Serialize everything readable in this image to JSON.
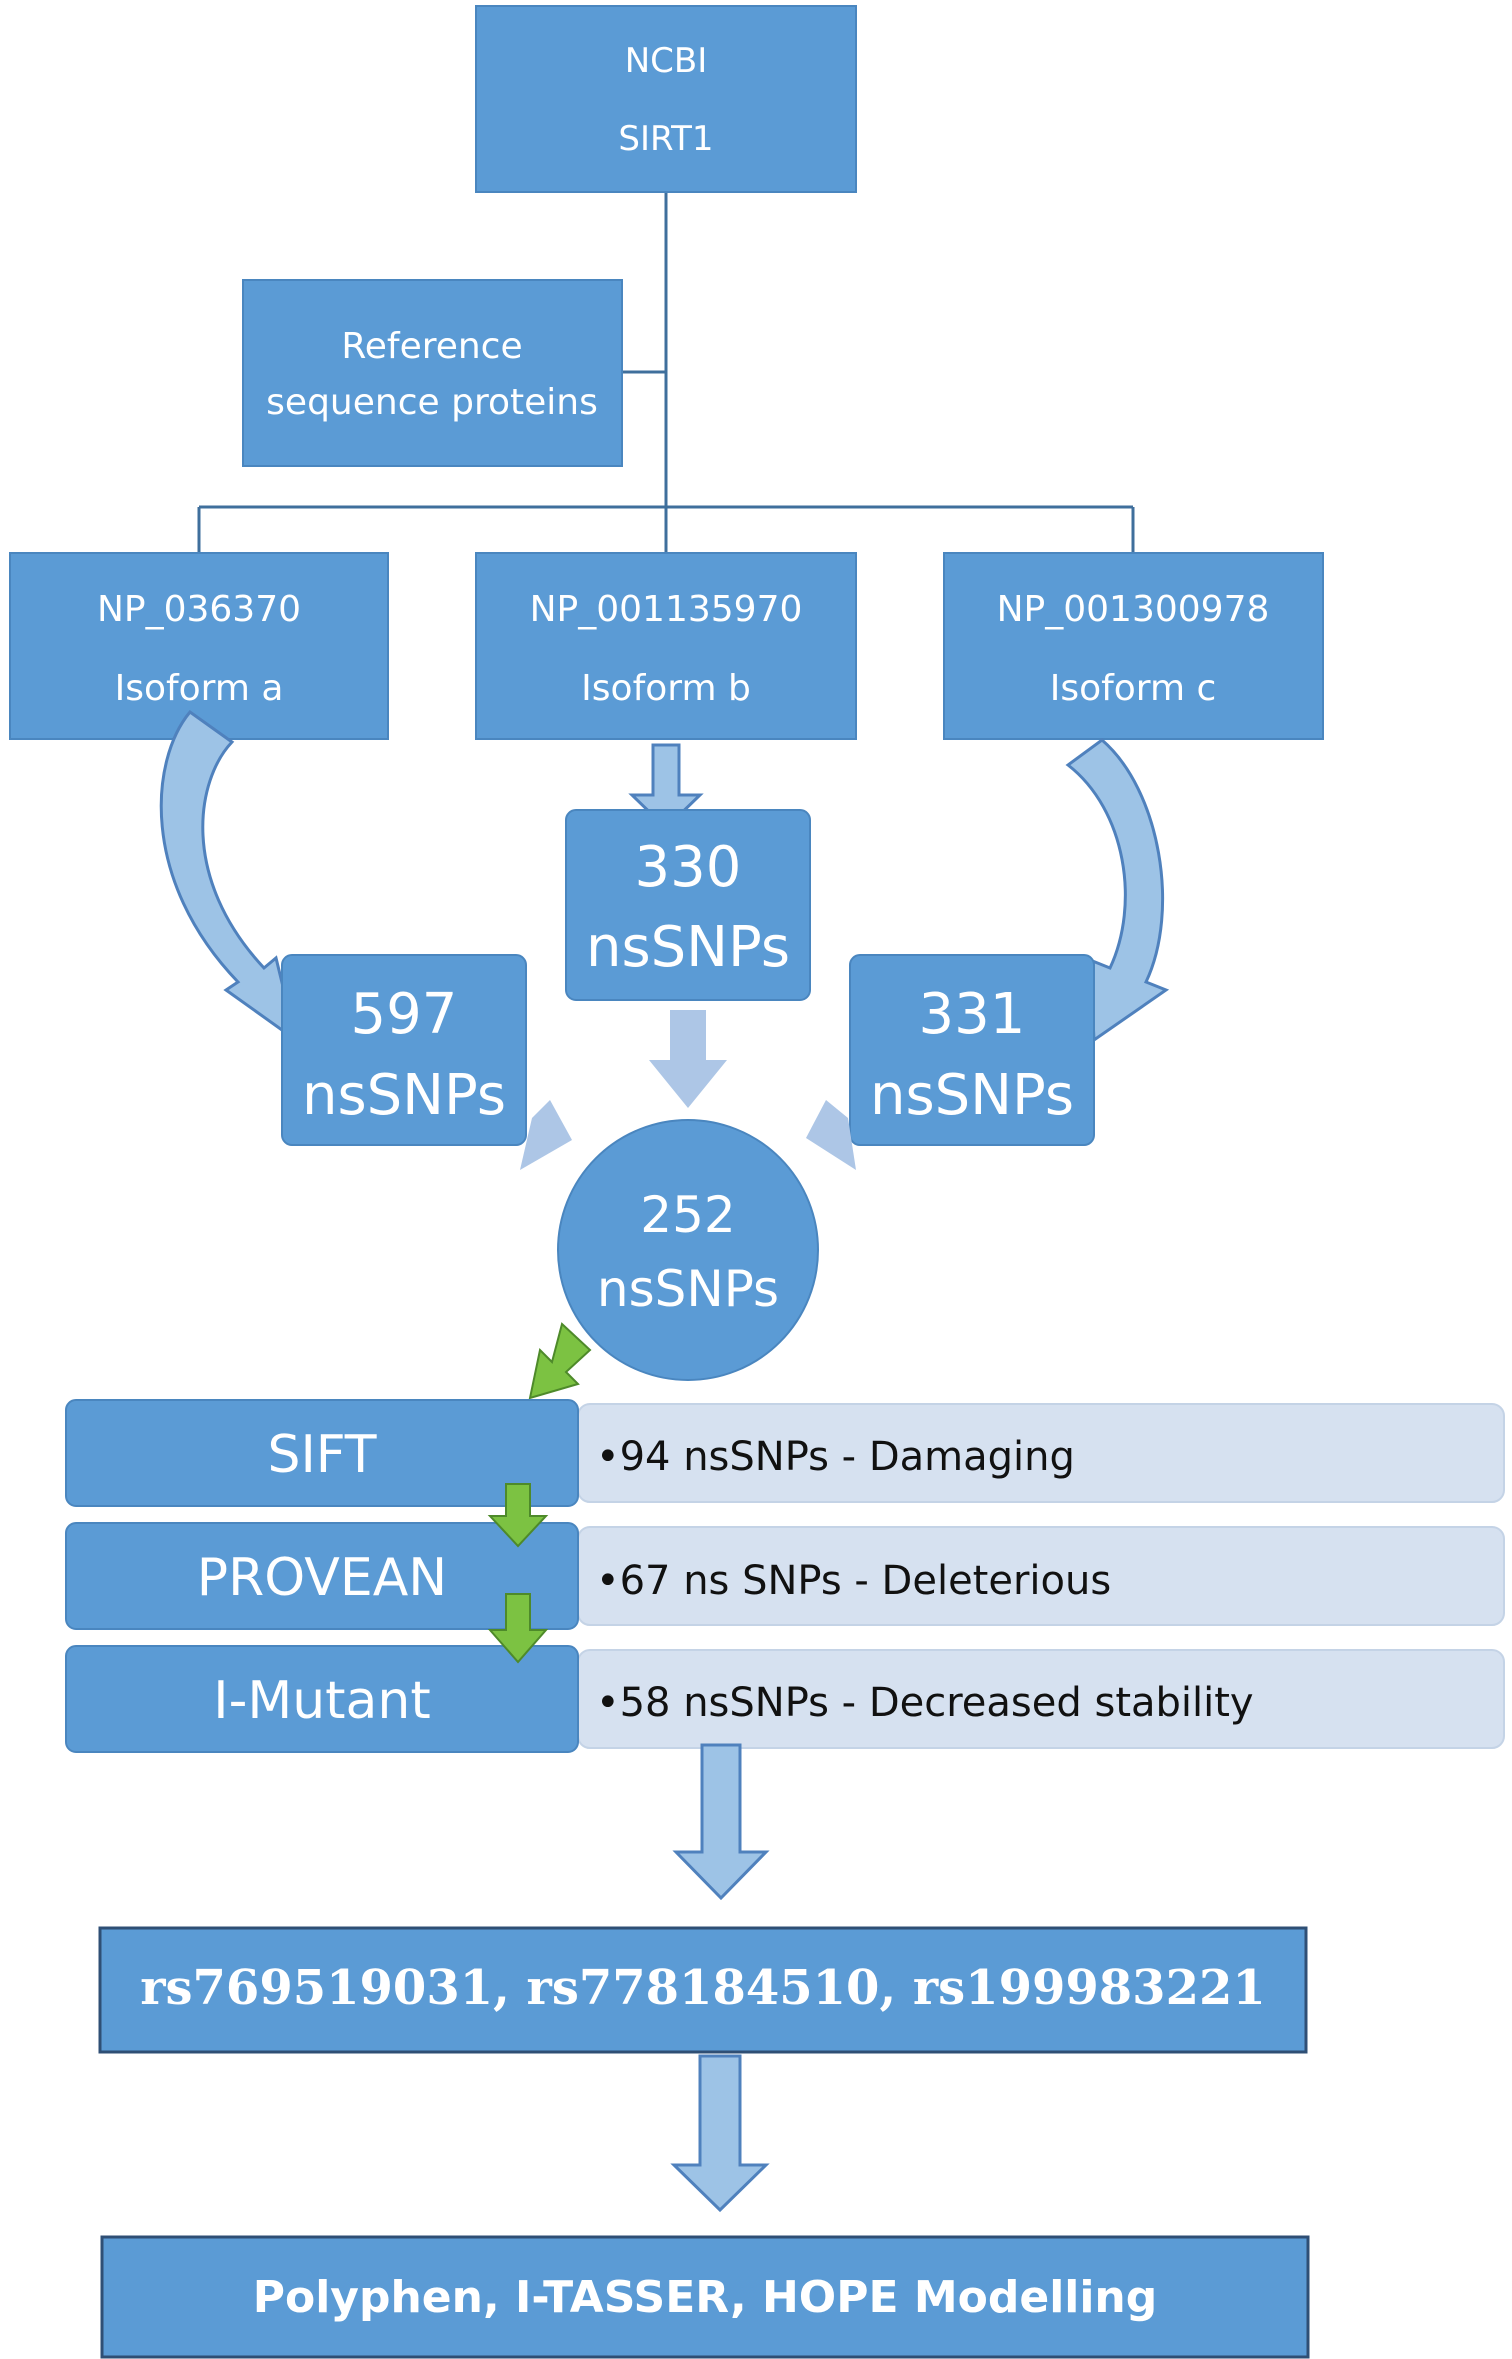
{
  "nodes": {
    "ncbi": {
      "line1": "NCBI",
      "line2": "SIRT1"
    },
    "reference": {
      "line1": "Reference",
      "line2": "sequence proteins"
    },
    "isoform_a": {
      "id": "NP_036370",
      "name": "Isoform a"
    },
    "isoform_b": {
      "id": "NP_001135970",
      "name": "Isoform b"
    },
    "isoform_c": {
      "id": "NP_001300978",
      "name": "Isoform c"
    },
    "count_a": {
      "value": "597",
      "unit": "nsSNPs"
    },
    "count_b": {
      "value": "330",
      "unit": "nsSNPs"
    },
    "count_c": {
      "value": "331",
      "unit": "nsSNPs"
    },
    "common": {
      "value": "252",
      "unit": "nsSNPs"
    }
  },
  "tools": [
    {
      "name": "SIFT",
      "result": "•94 nsSNPs - Damaging"
    },
    {
      "name": "PROVEAN",
      "result": "•67 ns SNPs - Deleterious"
    },
    {
      "name": "I-Mutant",
      "result": "•58 nsSNPs - Decreased stability"
    }
  ],
  "selected_snps": "rs769519031, rs778184510, rs199983221",
  "final_analysis": "Polyphen, I-TASSER, HOPE Modelling",
  "colors": {
    "box": "#5b9bd5",
    "box_border": "#4a86bf",
    "arrow_light": "#9dc3e6",
    "arrow_border": "#4f81bd",
    "result_bg": "#d6e1f0",
    "green_arrow": "#7cc242"
  }
}
